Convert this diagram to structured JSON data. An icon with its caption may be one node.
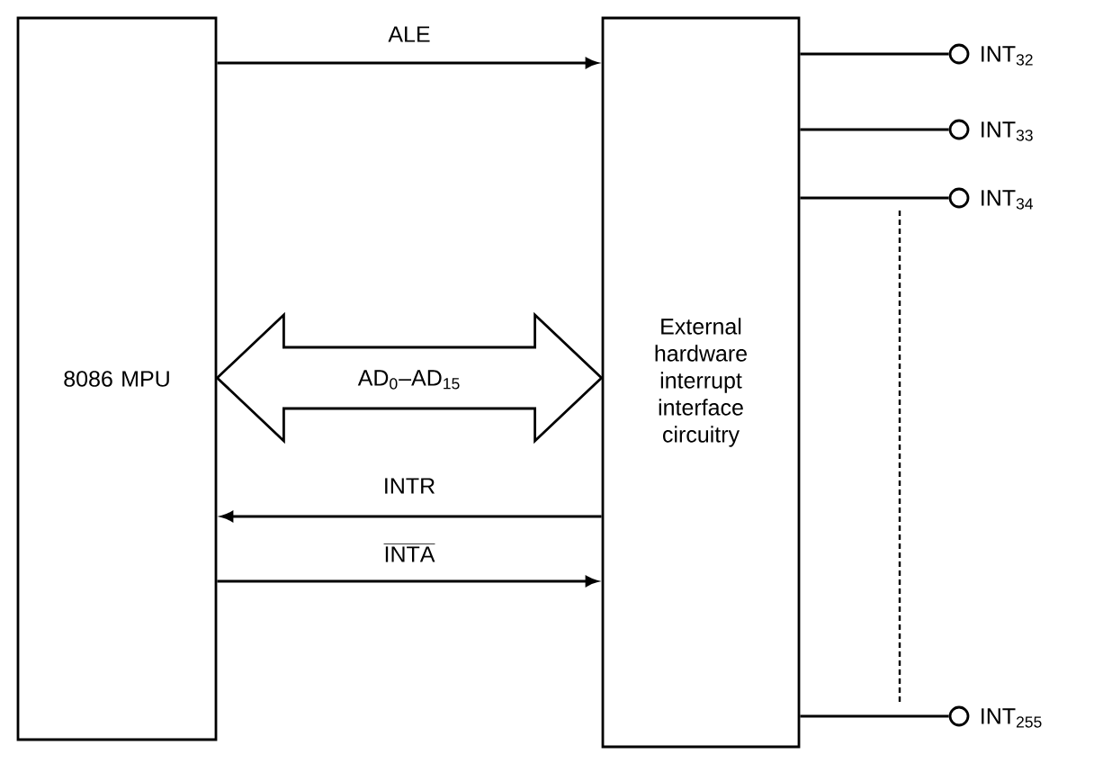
{
  "diagram": {
    "nodes": [
      {
        "text": [
          "8086 MPU"
        ]
      },
      {
        "text": [
          "External hardware interrupt interface circuitry"
        ]
      },
      {
        "text": [],
        "shape": "circle",
        "beside": [
          "INT$_{32}$"
        ]
      },
      {
        "text": [],
        "shape": "circle",
        "beside": [
          "INT$_{33}$"
        ]
      },
      {
        "text": [],
        "shape": "circle",
        "beside": [
          "INT$_{34}$"
        ]
      },
      {
        "text": [],
        "shape": "circle",
        "beside": [
          "INT$_{255}$"
        ]
      }
    ],
    "edges": [
      {
        "from": 0,
        "to": 1,
        "arrow": "to",
        "label": "ALE"
      },
      {
        "from": 0,
        "to": 1,
        "arrow": "both",
        "style": "thick",
        "label": "AD$_{0}$–AD$_{15}$"
      },
      {
        "from": 1,
        "to": 0,
        "arrow": "to",
        "label": "INTR"
      },
      {
        "from": 0,
        "to": 1,
        "arrow": "to",
        "label": "\\overline{\\mathrm{INTA}}"
      },
      {
        "from": 1,
        "to": 2,
        "arrow": "none"
      },
      {
        "from": 1,
        "to": 3,
        "arrow": "none"
      },
      {
        "from": 1,
        "to": 4,
        "arrow": "none"
      },
      {
        "from": 1,
        "to": 5,
        "arrow": "none"
      }
    ]
  }
}
